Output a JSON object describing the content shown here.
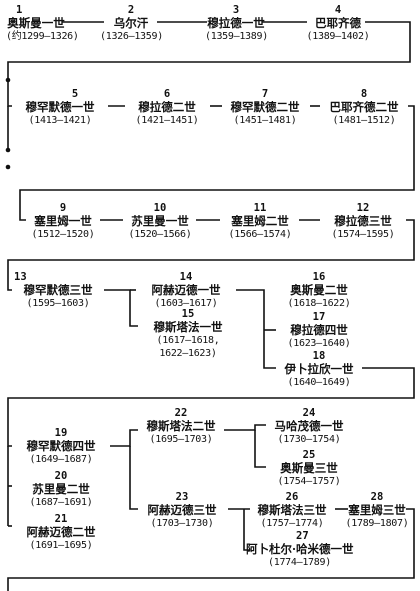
{
  "rulers": [
    {
      "id": "r1",
      "num": "1",
      "name": "奥斯曼一世",
      "years": [
        "(约1299—1326)"
      ]
    },
    {
      "id": "r2",
      "num": "2",
      "name": "乌尔汗",
      "years": [
        "(1326—1359)"
      ]
    },
    {
      "id": "r3",
      "num": "3",
      "name": "穆拉德一世",
      "years": [
        "(1359—1389)"
      ]
    },
    {
      "id": "r4",
      "num": "4",
      "name": "巴耶齐德",
      "years": [
        "(1389—1402)"
      ]
    },
    {
      "id": "r5",
      "num": "5",
      "name": "穆罕默德一世",
      "years": [
        "(1413—1421)"
      ]
    },
    {
      "id": "r6",
      "num": "6",
      "name": "穆拉德二世",
      "years": [
        "(1421—1451)"
      ]
    },
    {
      "id": "r7",
      "num": "7",
      "name": "穆罕默德二世",
      "years": [
        "(1451—1481)"
      ]
    },
    {
      "id": "r8",
      "num": "8",
      "name": "巴耶齐德二世",
      "years": [
        "(1481—1512)"
      ]
    },
    {
      "id": "r9",
      "num": "9",
      "name": "塞里姆一世",
      "years": [
        "(1512—1520)"
      ]
    },
    {
      "id": "r10",
      "num": "10",
      "name": "苏里曼一世",
      "years": [
        "(1520—1566)"
      ]
    },
    {
      "id": "r11",
      "num": "11",
      "name": "塞里姆二世",
      "years": [
        "(1566—1574)"
      ]
    },
    {
      "id": "r12",
      "num": "12",
      "name": "穆拉德三世",
      "years": [
        "(1574—1595)"
      ]
    },
    {
      "id": "r13",
      "num": "13",
      "name": "穆罕默德三世",
      "years": [
        "(1595—1603)"
      ]
    },
    {
      "id": "r14",
      "num": "14",
      "name": "阿赫迈德一世",
      "years": [
        "(1603—1617)"
      ]
    },
    {
      "id": "r15",
      "num": "15",
      "name": "穆斯塔法一世",
      "years": [
        "(1617—1618,",
        "1622—1623)"
      ]
    },
    {
      "id": "r16",
      "num": "16",
      "name": "奥斯曼二世",
      "years": [
        "(1618—1622)"
      ]
    },
    {
      "id": "r17",
      "num": "17",
      "name": "穆拉德四世",
      "years": [
        "(1623—1640)"
      ]
    },
    {
      "id": "r18",
      "num": "18",
      "name": "伊卜拉欣一世",
      "years": [
        "(1640—1649)"
      ]
    },
    {
      "id": "r19",
      "num": "19",
      "name": "穆罕默德四世",
      "years": [
        "(1649—1687)"
      ]
    },
    {
      "id": "r20",
      "num": "20",
      "name": "苏里曼二世",
      "years": [
        "(1687—1691)"
      ]
    },
    {
      "id": "r21",
      "num": "21",
      "name": "阿赫迈德二世",
      "years": [
        "(1691—1695)"
      ]
    },
    {
      "id": "r22",
      "num": "22",
      "name": "穆斯塔法二世",
      "years": [
        "(1695—1703)"
      ]
    },
    {
      "id": "r23",
      "num": "23",
      "name": "阿赫迈德三世",
      "years": [
        "(1703—1730)"
      ]
    },
    {
      "id": "r24",
      "num": "24",
      "name": "马哈茂德一世",
      "years": [
        "(1730—1754)"
      ]
    },
    {
      "id": "r25",
      "num": "25",
      "name": "奥斯曼三世",
      "years": [
        "(1754—1757)"
      ]
    },
    {
      "id": "r26",
      "num": "26",
      "name": "穆斯塔法三世",
      "years": [
        "(1757—1774)"
      ]
    },
    {
      "id": "r27",
      "num": "27",
      "name": "阿卜杜尔·哈米德一世",
      "years": [
        "(1774—1789)"
      ]
    },
    {
      "id": "r28",
      "num": "28",
      "name": "塞里姆三世",
      "years": [
        "(1789—1807)"
      ]
    }
  ]
}
